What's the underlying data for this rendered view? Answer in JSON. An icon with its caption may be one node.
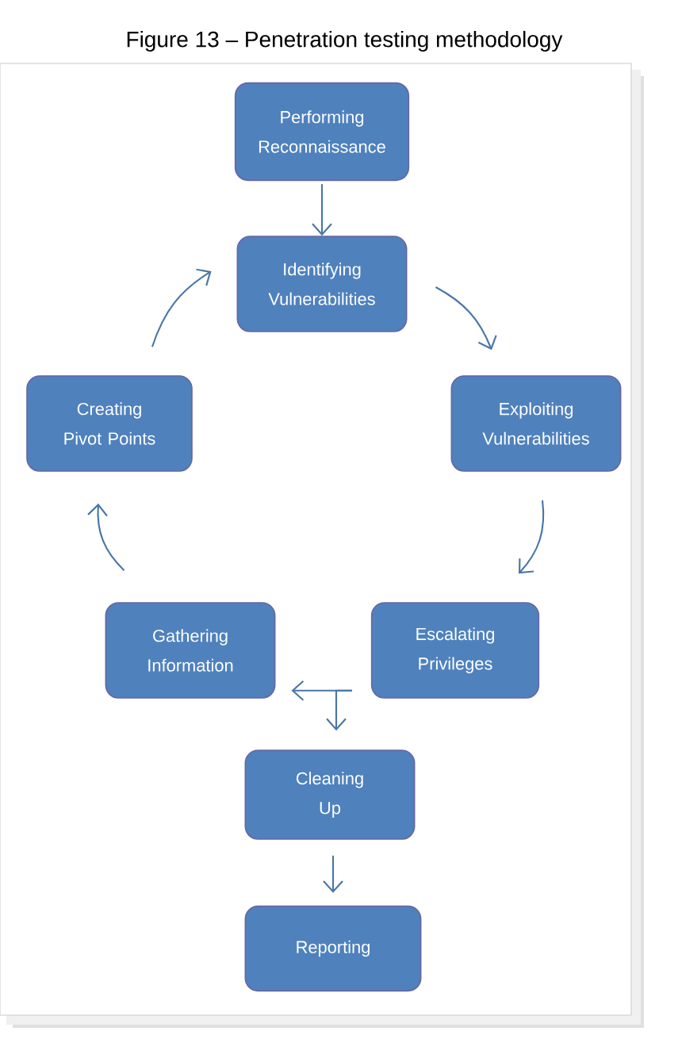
{
  "diagram": {
    "title": "Figure 13 – Penetration testing methodology",
    "nodes": [
      {
        "text": [
          "Performing Reconnaissance"
        ]
      },
      {
        "text": [
          "Identifying Vulnerabilities"
        ]
      },
      {
        "text": [
          "Exploiting Vulnerabilities"
        ]
      },
      {
        "text": [
          "Creating Pivot Points"
        ]
      },
      {
        "text": [
          "Gathering Information"
        ]
      },
      {
        "text": [
          "Escalating Privileges"
        ]
      },
      {
        "text": [
          "Cleaning Up"
        ]
      },
      {
        "text": [
          "Reporting"
        ]
      }
    ],
    "edges": [
      {
        "from": 0,
        "to": 1,
        "arrow": "to"
      },
      {
        "from": 1,
        "to": 2,
        "arrow": "to"
      },
      {
        "from": 2,
        "to": 5,
        "arrow": "to"
      },
      {
        "from": 5,
        "to": 4,
        "arrow": "to"
      },
      {
        "from": 4,
        "to": 3,
        "arrow": "to"
      },
      {
        "from": 3,
        "to": 1,
        "arrow": "to"
      },
      {
        "from": 5,
        "to": 6,
        "arrow": "to"
      },
      {
        "from": 6,
        "to": 7,
        "arrow": "to"
      }
    ]
  }
}
